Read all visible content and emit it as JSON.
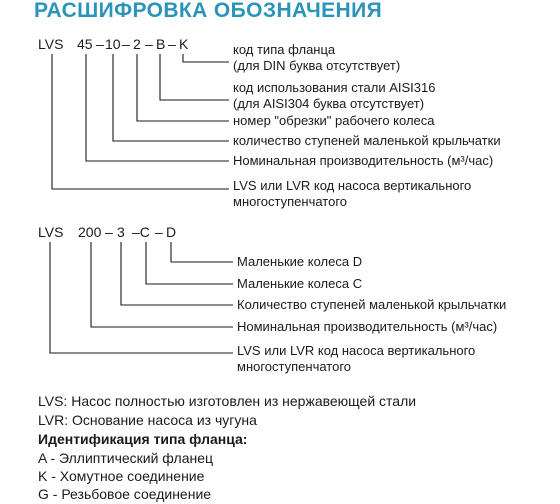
{
  "title": "РАСШИФРОВКА ОБОЗНАЧЕНИЯ",
  "example1": {
    "parts": [
      "LVS",
      "45",
      "–",
      "10",
      "–",
      "2",
      "–",
      "B",
      "–",
      "K"
    ],
    "labels": [
      "код типа фланца",
      "(для DIN  буква отсутствует)",
      "код использования стали AISI316",
      "(для AISI304 буква отсутствует)",
      "номер \"обрезки\" рабочего колеса",
      "количество ступеней маленькой крыльчатки",
      "Номинальная производительность (м³/час)",
      "LVS или LVR код насоса вертикального",
      "многоступенчатого"
    ]
  },
  "example2": {
    "parts": [
      "LVS",
      "200",
      "–",
      "3",
      "–C",
      "–",
      "D"
    ],
    "labels": [
      "Маленькие колеса D",
      "Маленькие колеса C",
      "Количество ступеней маленькой крыльчатки",
      "Номинальная производительность (м³/час)",
      "LVS или LVR код насоса вертикального",
      "многоступенчатого"
    ]
  },
  "legend": [
    "LVS: Насос полностью изготовлен из нержавеющей стали",
    "LVR: Основание насоса из чугуна",
    "Идентификация типа фланца:",
    "A - Эллиптический фланец",
    "K - Хомутное соединение",
    "G - Резьбовое соединение"
  ],
  "colors": {
    "title": "#2a95b8",
    "lines": "#1a1a1a"
  }
}
